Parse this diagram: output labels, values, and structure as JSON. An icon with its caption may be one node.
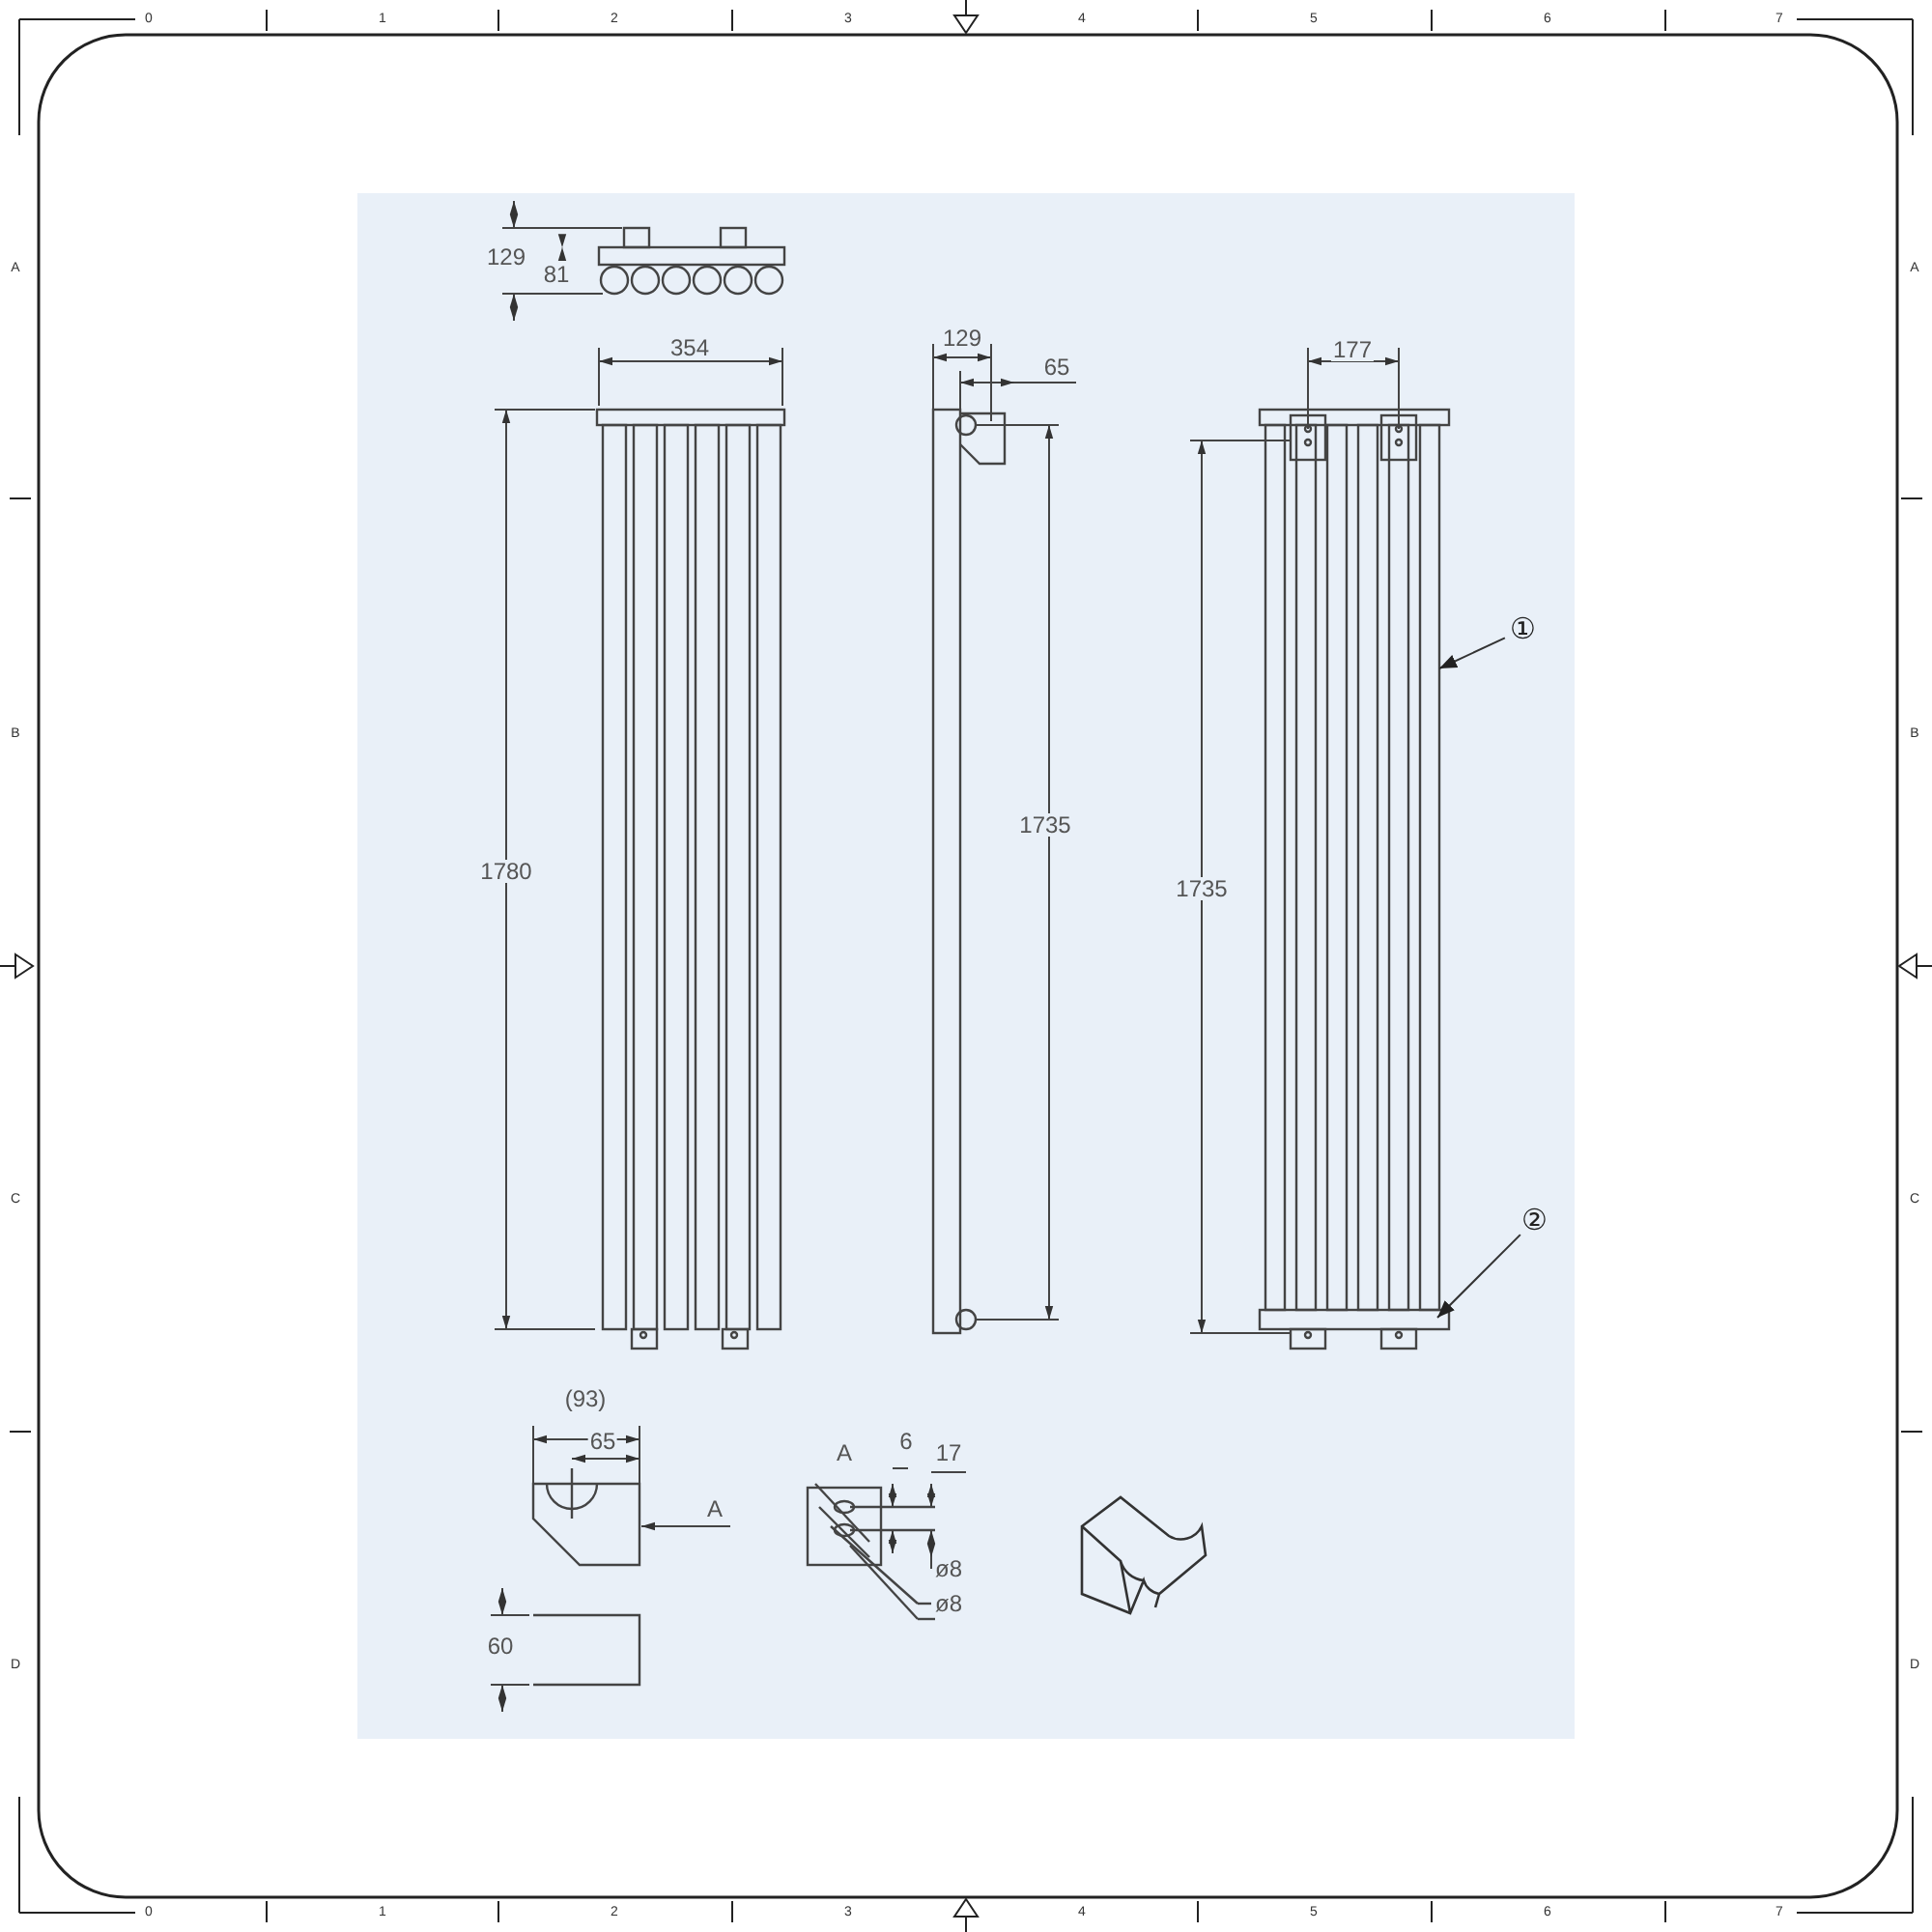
{
  "diagram": {
    "nodes": [
      {
        "text": [
          "①"
        ]
      },
      {
        "text": [],
        "shape": "bar"
      },
      {
        "text": [
          "②"
        ]
      },
      {
        "text": [],
        "shape": "bar"
      }
    ],
    "edges": [
      {
        "from": 0,
        "to": 1,
        "arrow": "to"
      },
      {
        "from": 2,
        "to": 3,
        "arrow": "to"
      }
    ],
    "labels": [
      "0",
      "1",
      "2",
      "3",
      "4",
      "5",
      "6",
      "7",
      "A",
      "A",
      "B",
      "B",
      "C",
      "C",
      "D",
      "D",
      "129",
      "81",
      "354",
      "129",
      "65",
      "177",
      "1780",
      "1735",
      "1735",
      "(93)",
      "65",
      "A",
      "A",
      "6",
      "17",
      "ø8",
      "ø8",
      "60",
      "0",
      "1",
      "2",
      "3",
      "4",
      "5",
      "6",
      "7"
    ]
  }
}
